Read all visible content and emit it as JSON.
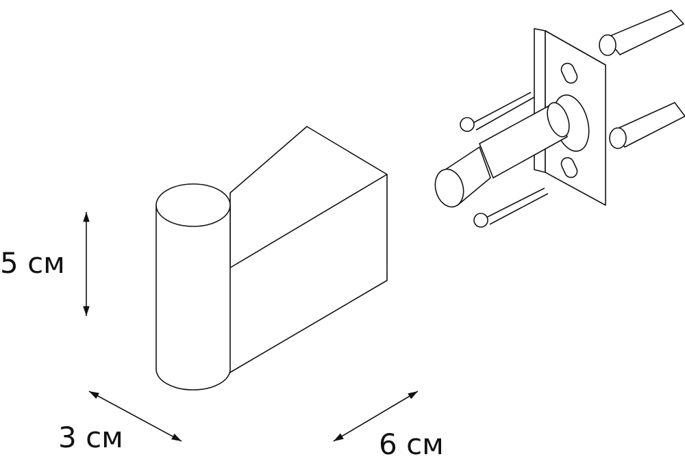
{
  "dimensions": {
    "height": "5 см",
    "depth": "3 см",
    "length": "6 см"
  },
  "colors": {
    "line": "#111111",
    "background": "#ffffff"
  }
}
